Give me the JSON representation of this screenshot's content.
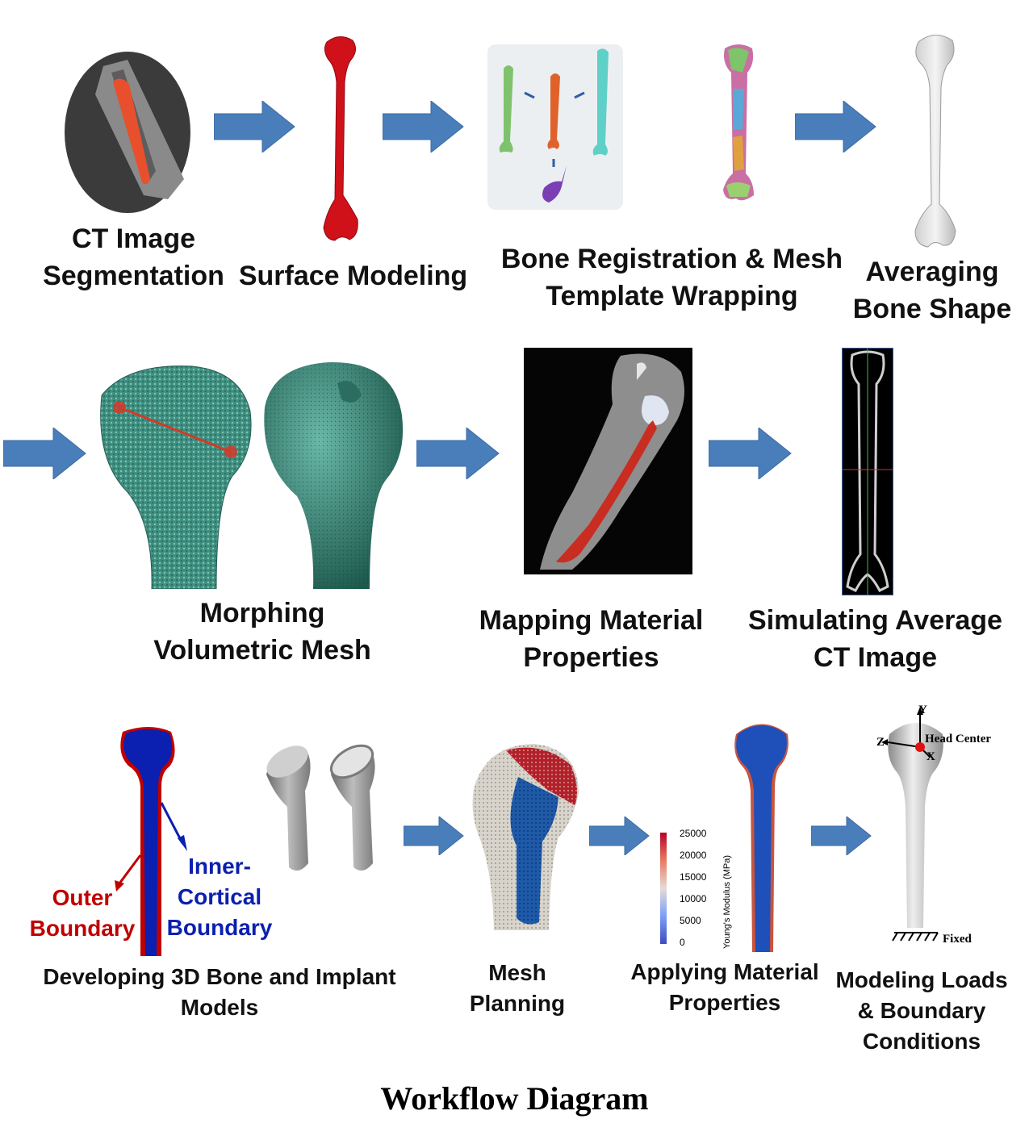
{
  "row1": {
    "ct_segmentation": [
      "CT Image",
      "Segmentation"
    ],
    "surface_modeling": "Surface Modeling",
    "registration": [
      "Bone Registration & Mesh",
      "Template Wrapping"
    ],
    "averaging": [
      "Averaging",
      "Bone Shape"
    ]
  },
  "row2": {
    "morphing": [
      "Morphing",
      "Volumetric Mesh"
    ],
    "mapping": [
      "Mapping Material",
      "Properties"
    ],
    "simulating": [
      "Simulating Average",
      "CT Image"
    ]
  },
  "row3": {
    "developing": [
      "Developing 3D Bone and Implant",
      "Models"
    ],
    "outer_boundary": [
      "Outer",
      "Boundary"
    ],
    "inner_boundary": [
      "Inner-",
      "Cortical",
      "Boundary"
    ],
    "mesh_planning": [
      "Mesh",
      "Planning"
    ],
    "applying": [
      "Applying Material",
      "Properties"
    ],
    "colorbar_title": "Young's Modulus (MPa)",
    "colorbar_ticks": [
      "25000",
      "20000",
      "15000",
      "10000",
      "5000",
      "0"
    ],
    "modeling": [
      "Modeling Loads",
      "& Boundary",
      "Conditions"
    ],
    "axis_y": "Y",
    "axis_z": "Z",
    "axis_x": "X",
    "head_center": "Head Center",
    "fixed": "Fixed"
  },
  "footer": "Workflow Diagram",
  "colors": {
    "arrow": "#4a7ebb",
    "bone_red": "#d0111a",
    "mesh_teal": "#3f8f80",
    "implant_gray": "#9a9a9a",
    "outer_red": "#c00000",
    "inner_blue": "#0b1fb0"
  }
}
